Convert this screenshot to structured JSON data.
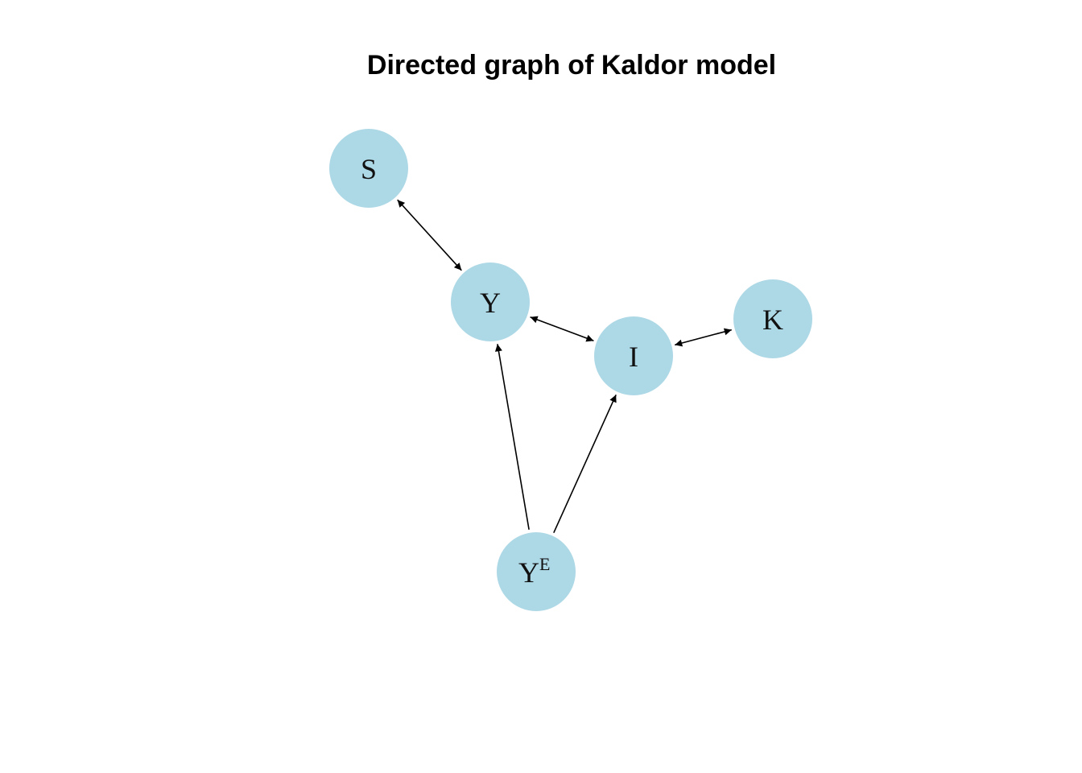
{
  "diagram": {
    "title": "Directed graph of Kaldor model",
    "node_color": "#add8e6",
    "edge_color": "#000000",
    "nodes": [
      {
        "id": "S",
        "label": "S",
        "sup": ""
      },
      {
        "id": "Y",
        "label": "Y",
        "sup": ""
      },
      {
        "id": "I",
        "label": "I",
        "sup": ""
      },
      {
        "id": "K",
        "label": "K",
        "sup": ""
      },
      {
        "id": "YE",
        "label": "Y",
        "sup": "E"
      }
    ],
    "edges": [
      {
        "from": "S",
        "to": "Y",
        "bidirectional": true
      },
      {
        "from": "Y",
        "to": "I",
        "bidirectional": true
      },
      {
        "from": "I",
        "to": "K",
        "bidirectional": true
      },
      {
        "from": "YE",
        "to": "Y",
        "bidirectional": false
      },
      {
        "from": "YE",
        "to": "I",
        "bidirectional": false
      }
    ]
  }
}
